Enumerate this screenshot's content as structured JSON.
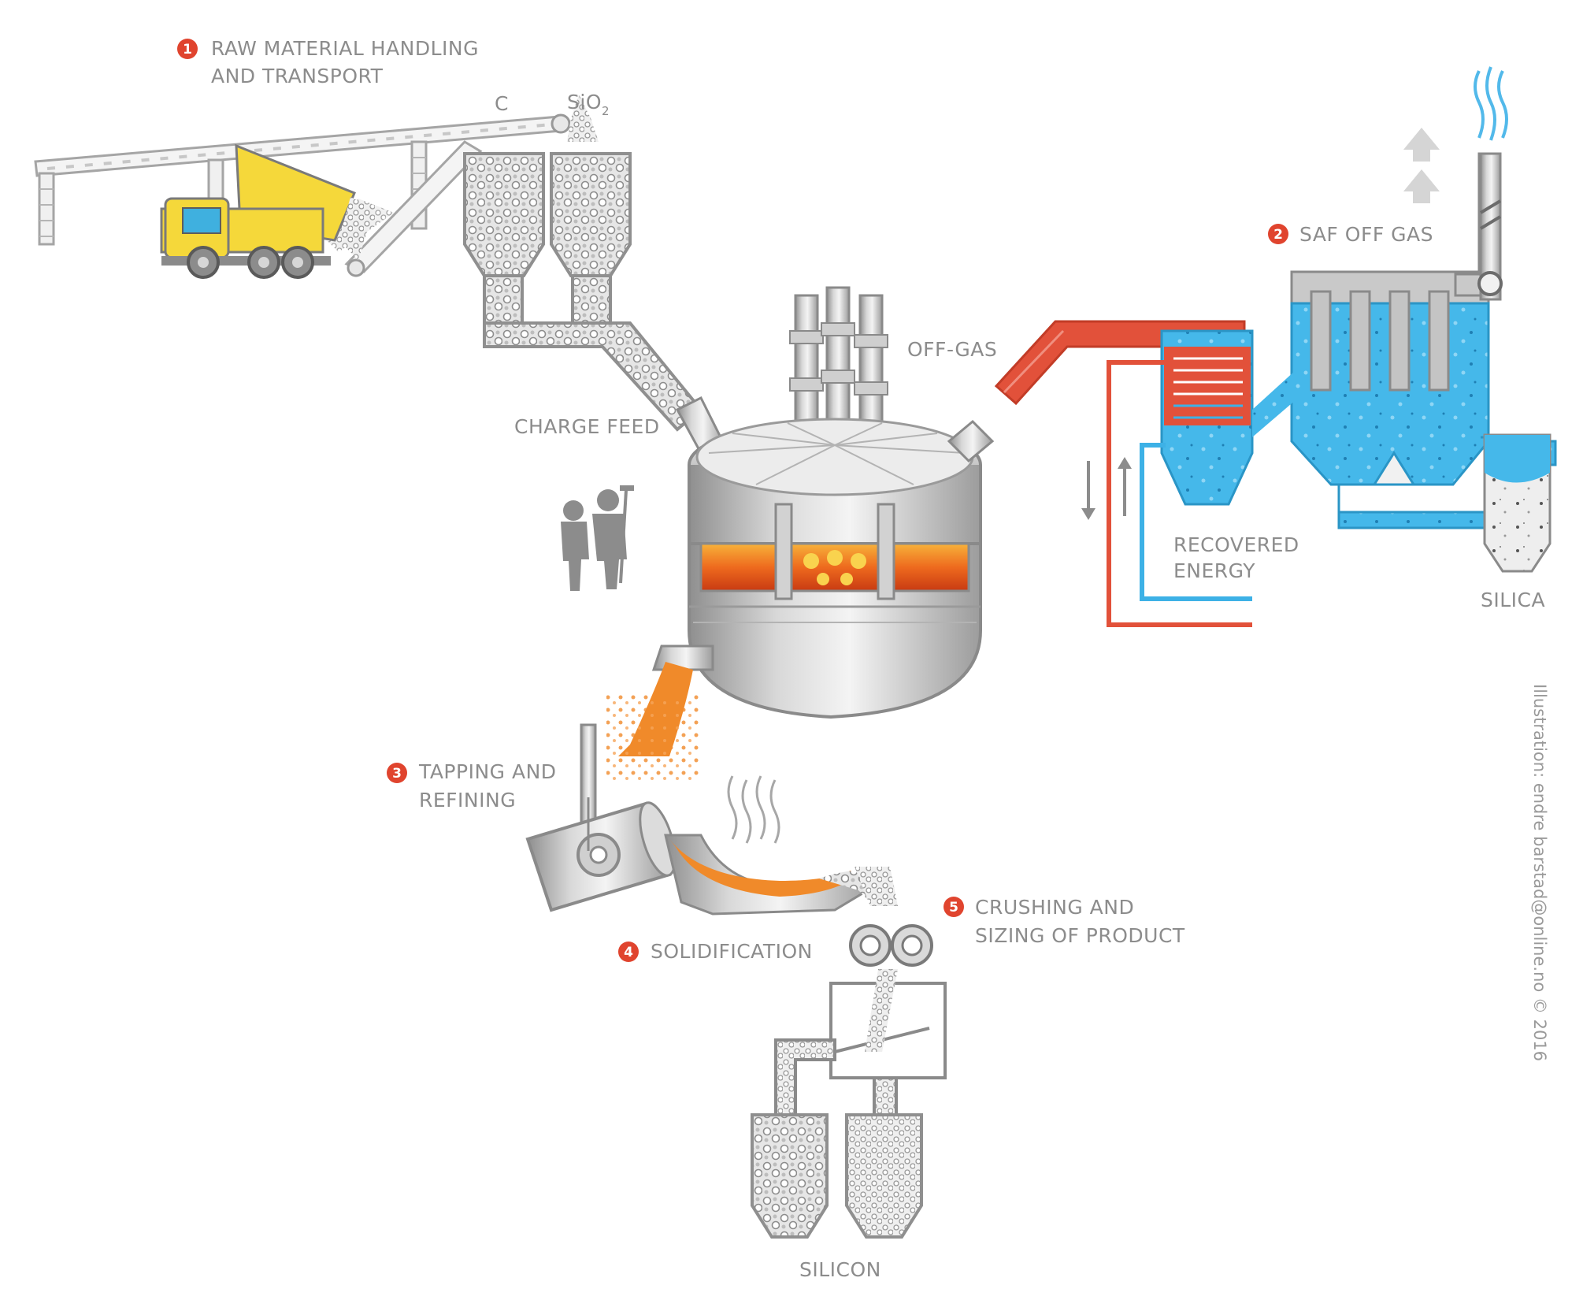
{
  "steps": [
    {
      "number": "1",
      "line1": "RAW MATERIAL HANDLING",
      "line2": "AND TRANSPORT"
    },
    {
      "number": "2",
      "line1": "SAF OFF GAS",
      "line2": ""
    },
    {
      "number": "3",
      "line1": "TAPPING AND",
      "line2": "REFINING"
    },
    {
      "number": "4",
      "line1": "SOLIDIFICATION",
      "line2": ""
    },
    {
      "number": "5",
      "line1": "CRUSHING AND",
      "line2": "SIZING OF PRODUCT"
    }
  ],
  "labels": {
    "carbon": "C",
    "silica_feed": "SiO",
    "silica_feed_sub": "2",
    "charge_feed": "CHARGE FEED",
    "off_gas": "OFF-GAS",
    "recovered_energy_1": "RECOVERED",
    "recovered_energy_2": "ENERGY",
    "silica": "SILICA",
    "silicon": "SILICON"
  },
  "credit": "Illustration: endre barstad@online.no © 2016",
  "colors": {
    "step_badge": "#e0442e",
    "label_gray": "#8c8c8c",
    "hot_gas": "#e2513a",
    "cool_water": "#3db1e6",
    "molten": "#f08a2a",
    "truck_yellow": "#f5d83a",
    "steel_gray": "#b9b9b9"
  },
  "icons": [
    "dump-truck-icon",
    "workers-icon",
    "smoke-icon",
    "up-arrow-icon",
    "heat-waves-icon",
    "crusher-rollers-icon"
  ]
}
